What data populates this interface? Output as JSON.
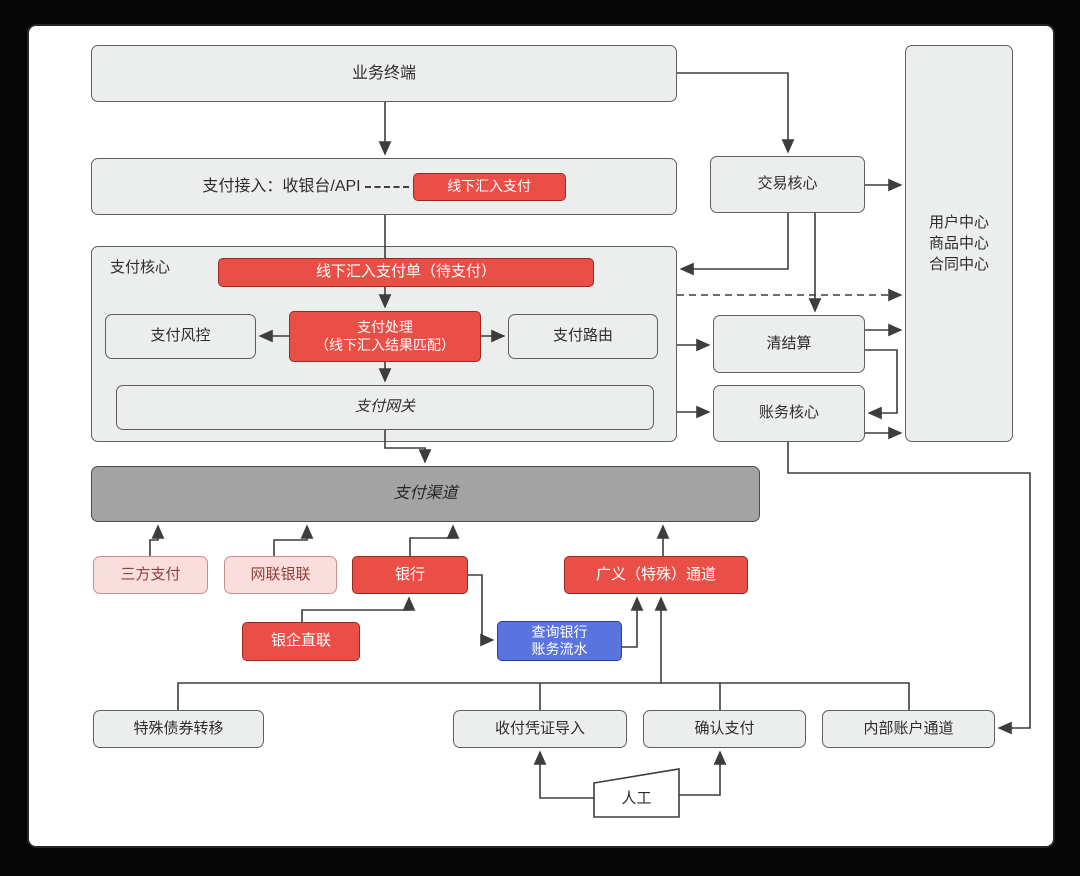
{
  "diagram": {
    "business_terminal": "业务终端",
    "pay_access": {
      "label": "支付接入：收银台/API",
      "chip": "线下汇入支付"
    },
    "trade_core": "交易核心",
    "center_stack": {
      "lines": [
        "用户中心",
        "商品中心",
        "合同中心"
      ]
    },
    "pay_core": {
      "title": "支付核心",
      "offline_order": "线下汇入支付单（待支付）",
      "risk": "支付风控",
      "process_line1": "支付处理",
      "process_line2": "（线下汇入结果匹配）",
      "routing": "支付路由",
      "gateway": "支付网关"
    },
    "settlement": "清结算",
    "account_core": "账务核心",
    "channel_bar": "支付渠道",
    "channels": {
      "third_party": "三方支付",
      "net_union": "网联银联",
      "bank": "银行",
      "general": "广义（特殊）通道",
      "bank_direct": "银企直联",
      "query_line1": "查询银行",
      "query_line2": "账务流水"
    },
    "bottom_row": {
      "special_debt": "特殊债券转移",
      "voucher_import": "收付凭证导入",
      "confirm_pay": "确认支付",
      "internal_channel": "内部账户通道",
      "manual": "人工"
    },
    "colors": {
      "node_fill": "#eceeed",
      "node_border": "#5f5f5f",
      "channel_bar_fill": "#a3a3a3",
      "red_fill": "#e94f46",
      "red_border": "#9c2921",
      "pink_fill": "#f9dedd",
      "pink_text": "#8e423c",
      "blue_fill": "#5a74df",
      "line": "#3d3d3d",
      "canvas": "#ffffff",
      "page_background": "#050505"
    }
  }
}
